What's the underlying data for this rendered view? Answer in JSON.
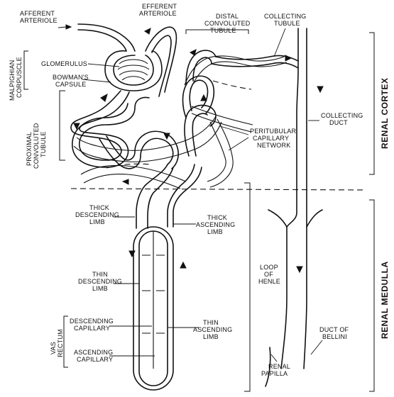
{
  "labels": {
    "afferent_arteriole": [
      "AFFERENT",
      "ARTERIOLE"
    ],
    "efferent_arteriole": [
      "EFFERENT",
      "ARTERIOLE"
    ],
    "distal_convoluted_tubule": [
      "DISTAL",
      "CONVOLUTED",
      "TUBULE"
    ],
    "collecting_tubule": [
      "COLLECTING",
      "TUBULE"
    ],
    "malpighian_corpuscle": [
      "MALPIGHIAN",
      "CORPUSCLE"
    ],
    "glomerulus": "GLOMERULUS",
    "bowmans_capsule": [
      "BOWMAN'S",
      "CAPSULE"
    ],
    "proximal_convoluted_tubule": [
      "PROXIMAL",
      "CONVOLUTED",
      "TUBULE"
    ],
    "peritubular_capillary_network": [
      "PERITUBULAR",
      "CAPILLARY",
      "NETWORK"
    ],
    "collecting_duct": [
      "COLLECTING",
      "DUCT"
    ],
    "thick_descending_limb": [
      "THICK",
      "DESCENDING",
      "LIMB"
    ],
    "thick_ascending_limb": [
      "THICK",
      "ASCENDING",
      "LIMB"
    ],
    "thin_descending_limb": [
      "THIN",
      "DESCENDING",
      "LIMB"
    ],
    "loop_of_henle": [
      "LOOP",
      "OF",
      "HENLE"
    ],
    "vas_rectum": [
      "VAS",
      "RECTUM"
    ],
    "descending_capillary": [
      "DESCENDING",
      "CAPILLARY"
    ],
    "ascending_capillary": [
      "ASCENDING",
      "CAPILLARY"
    ],
    "thin_ascending_limb": [
      "THIN",
      "ASCENDING",
      "LIMB"
    ],
    "duct_of_bellini": [
      "DUCT OF",
      "BELLINI"
    ],
    "renal_papilla": [
      "RENAL",
      "PAPILLA"
    ],
    "renal_cortex": "RENAL CORTEX",
    "renal_medulla": "RENAL MEDULLA"
  }
}
